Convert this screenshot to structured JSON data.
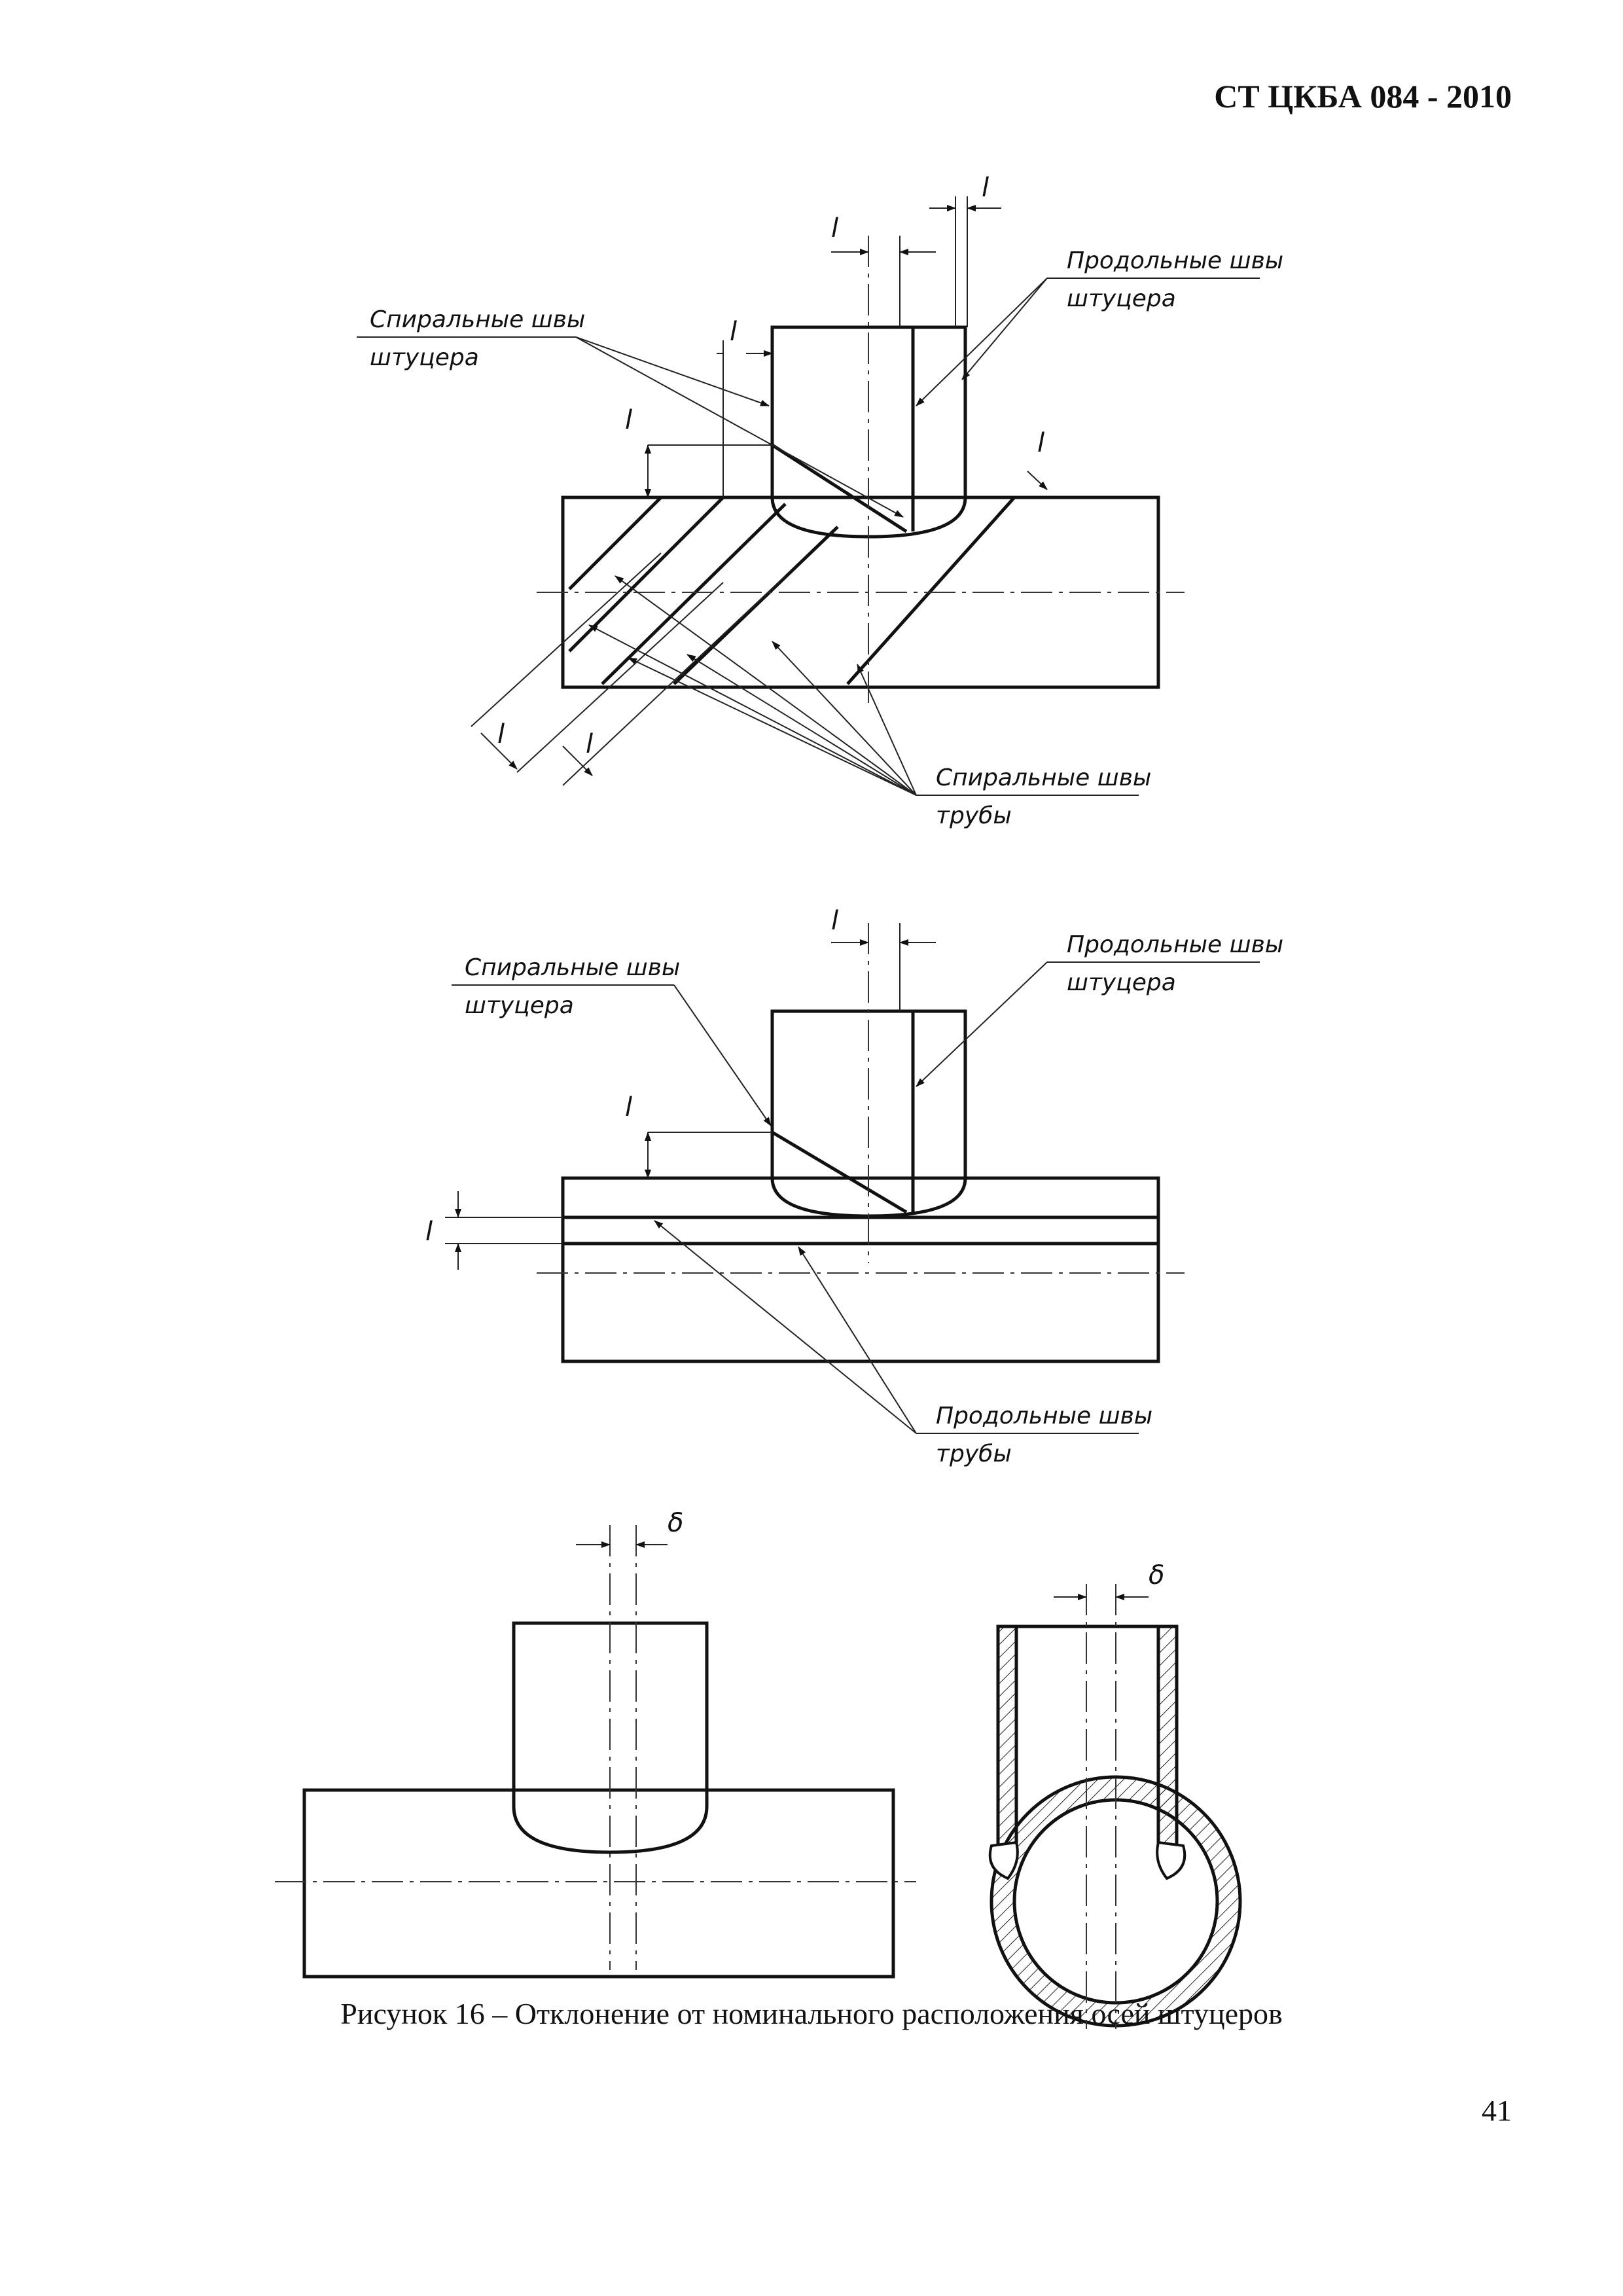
{
  "header": {
    "doc_code": "СТ ЦКБА 084 - 2010"
  },
  "figure": {
    "caption": "Рисунок 16 – Отклонение от номинального расположения осей штуцеров",
    "view1": {
      "label_spiral_fitting_1": "Спиральные швы",
      "label_spiral_fitting_2": "штуцера",
      "label_long_fitting_1": "Продольные швы",
      "label_long_fitting_2": "штуцера",
      "label_spiral_pipe_1": "Спиральные швы",
      "label_spiral_pipe_2": "трубы",
      "dim_symbol": "l"
    },
    "view2": {
      "label_spiral_fitting_1": "Спиральные швы",
      "label_spiral_fitting_2": "штуцера",
      "label_long_fitting_1": "Продольные швы",
      "label_long_fitting_2": "штуцера",
      "label_long_pipe_1": "Продольные швы",
      "label_long_pipe_2": "трубы",
      "dim_symbol": "l"
    },
    "view3": {
      "dim_symbol": "δ"
    }
  },
  "footer": {
    "page_number": "41"
  }
}
